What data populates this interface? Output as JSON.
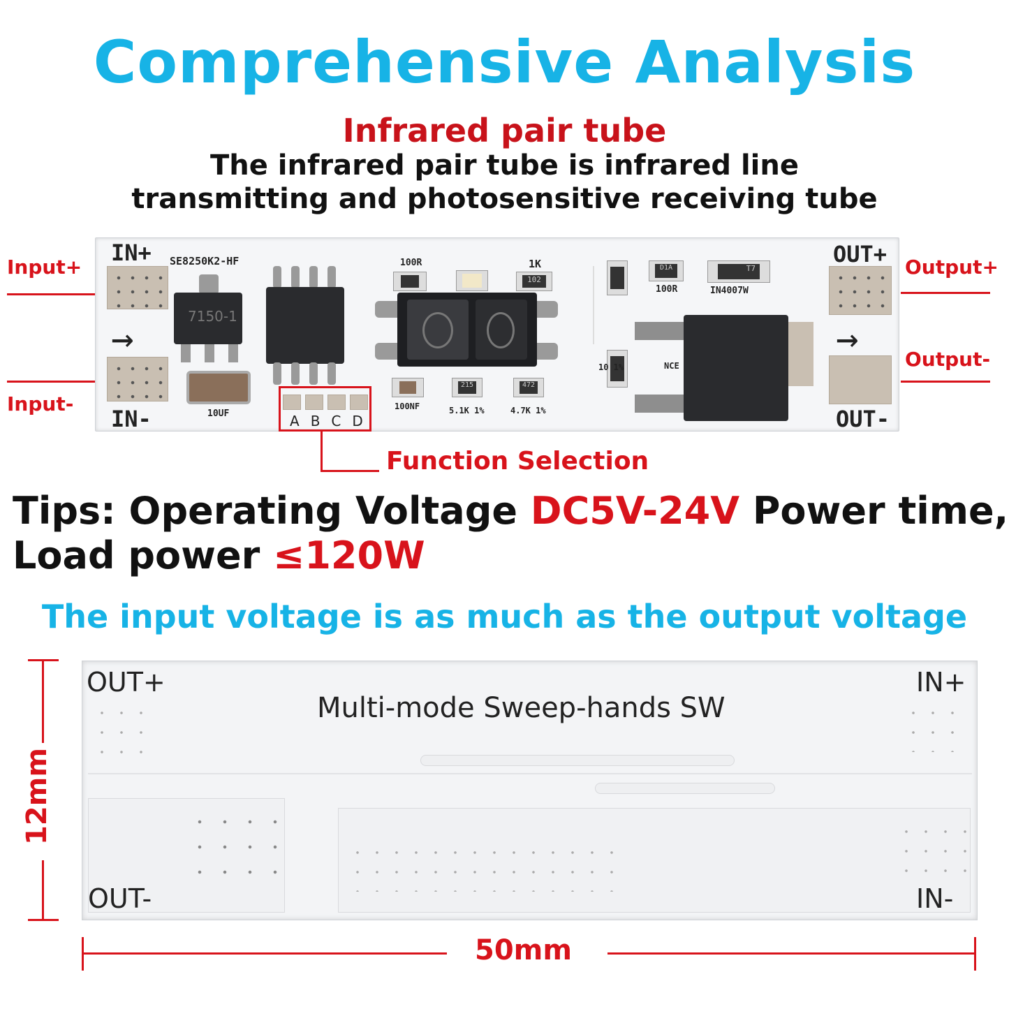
{
  "title": "Comprehensive Analysis",
  "subtitle": "Infrared pair tube",
  "description": [
    "The infrared pair tube is infrared line",
    "transmitting and photosensitive receiving tube"
  ],
  "labels": {
    "input_plus": "Input+",
    "input_minus": "Input-",
    "output_plus": "Output+",
    "output_minus": "Output-",
    "function_selection": "Function Selection"
  },
  "pcb_top": {
    "in_plus": "IN+",
    "in_minus": "IN-",
    "out_plus": "OUT+",
    "out_minus": "OUT-",
    "chip_label": "SE8250K2-HF",
    "regulator": "7150-1",
    "cap": "10UF",
    "r100r_a": "100R",
    "r1k": "1K",
    "r102": "102",
    "r100r_b": "100R",
    "diode": "IN4007W",
    "t7": "T7",
    "c100nf": "100NF",
    "r51k": "5.1K 1%",
    "r47k": "4.7K 1%",
    "r215": "215",
    "r472": "472",
    "r10": "10 1%",
    "nce": "NCE",
    "d1a": "D1A",
    "select": [
      "A",
      "B",
      "C",
      "D"
    ]
  },
  "tips": {
    "line1_prefix": "Tips: Operating Voltage ",
    "line1_highlight": "DC5V-24V",
    "line1_suffix": " Power time,",
    "line2_prefix": "Load power ",
    "line2_highlight": "≤120W"
  },
  "input_voltage_note": "The input voltage is as much as the output voltage",
  "pcb_bottom": {
    "out_plus": "OUT+",
    "out_minus": "OUT-",
    "in_plus": "IN+",
    "in_minus": "IN-",
    "name": "Multi-mode Sweep-hands SW"
  },
  "dimensions": {
    "height": "12mm",
    "width": "50mm"
  },
  "colors": {
    "title": "#17b3e6",
    "accent_red": "#d8131b",
    "text": "#111111"
  }
}
